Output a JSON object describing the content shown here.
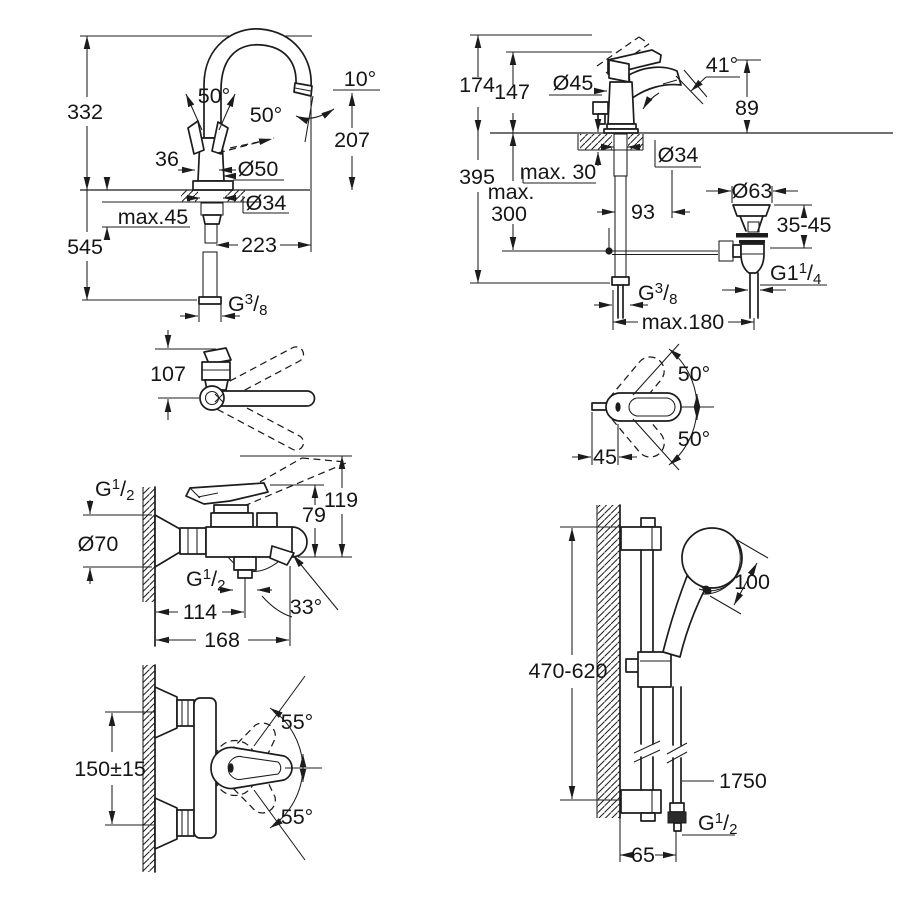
{
  "sheet": {
    "kind": "technical-dimension-drawing",
    "units": "mm"
  },
  "colors": {
    "ink": "#1c1c1c",
    "paper": "#ffffff"
  },
  "fig1": {
    "title": "kitchen-sink-mixer-side-view",
    "h332": "332",
    "h545": "545",
    "swing": "50°",
    "tilt_lever": "50°",
    "spout_tilt": "10°",
    "w36": "36",
    "dia_body": "Ø50",
    "dia_hole": "Ø34",
    "deck_max": "max.45",
    "h207": "207",
    "reach": "223",
    "g38": {
      "g": "G",
      "n": "3",
      "s": "/",
      "d": "8"
    }
  },
  "fig2": {
    "title": "basin-mixer-side-view",
    "h174": "174",
    "h147": "147",
    "dia_cartridge": "Ø45",
    "lever_angle": "41°",
    "h89": "89",
    "h395": "395",
    "deck_max": "max. 30",
    "dia_hole": "Ø34",
    "rod_max_1": "max.",
    "rod_max_2": "300",
    "w93": "93",
    "dia_plug": "Ø63",
    "adjust": "35-45",
    "reach_max": "max.180",
    "g114": {
      "g": "G1",
      "n": "1",
      "s": "/",
      "d": "4"
    },
    "g38": {
      "g": "G",
      "n": "3",
      "s": "/",
      "d": "8"
    }
  },
  "fig3": {
    "title": "swivel-spout-top-view",
    "h107": "107"
  },
  "fig4": {
    "title": "lever-swivel-top-view",
    "up": "50°",
    "down": "50°",
    "w45": "45"
  },
  "fig5": {
    "title": "bath-shower-mixer-front-view",
    "dia_escutcheon": "Ø70",
    "h119": "119",
    "h79": "79",
    "w114": "114",
    "spout_angle": "33°",
    "w168": "168",
    "g12_in": {
      "g": "G",
      "n": "1",
      "s": "/",
      "d": "2"
    },
    "g12_out": {
      "g": "G",
      "n": "1",
      "s": "/",
      "d": "2"
    }
  },
  "fig6": {
    "title": "wall-mixer-top-view",
    "centers": "150±15",
    "up": "55°",
    "down": "55°"
  },
  "fig7": {
    "title": "shower-rail-set",
    "dia_head": "100",
    "rail_range": "470-620",
    "hose_length": "1750",
    "w65": "65",
    "g12": {
      "g": "G",
      "n": "1",
      "s": "/",
      "d": "2"
    }
  }
}
